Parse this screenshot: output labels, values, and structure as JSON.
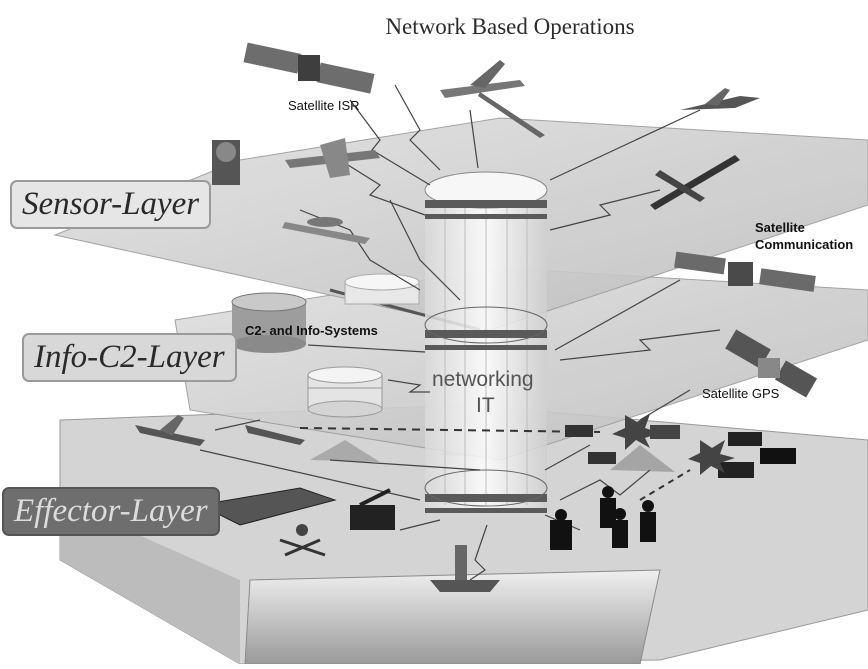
{
  "title": "Network Based Operations",
  "layers": {
    "sensor": "Sensor-Layer",
    "info_c2": "Info-C2-Layer",
    "effector": "Effector-Layer"
  },
  "labels": {
    "satellite_isr": "Satellite ISR",
    "satellite_comm_line1": "Satellite",
    "satellite_comm_line2": "Communication",
    "c2_info_systems": "C2- and Info-Systems",
    "networking": "networking",
    "it": "IT",
    "satellite_gps": "Satellite GPS"
  },
  "colors": {
    "plane": "#c8c8c8",
    "plane_edge": "#8a8a8a",
    "cylinder_body": "#f2f2f2",
    "cylinder_band": "#5a5a5a",
    "sensor_label_bg": "#e6e6e6",
    "info_label_bg": "#d8d8d8",
    "effector_label_bg": "#6e6e6e",
    "effector_label_text": "#dcdcdc"
  }
}
